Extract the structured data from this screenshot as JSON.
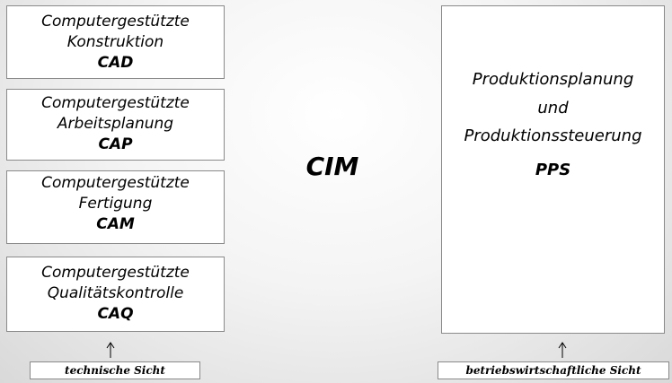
{
  "boxes": {
    "cad": {
      "line1": "Computergestützte",
      "line2": "Konstruktion",
      "abbr": "CAD"
    },
    "cap": {
      "line1": "Computergestützte",
      "line2": "Arbeitsplanung",
      "abbr": "CAP"
    },
    "cam": {
      "line1": "Computergestützte",
      "line2": "Fertigung",
      "abbr": "CAM"
    },
    "caq": {
      "line1": "Computergestützte",
      "line2": "Qualitätskontrolle",
      "abbr": "CAQ"
    }
  },
  "center": {
    "label": "CIM"
  },
  "pps": {
    "line1": "Produktionsplanung",
    "line2": "und",
    "line3": "Produktionssteuerung",
    "abbr": "PPS"
  },
  "views": {
    "technical": "technische Sicht",
    "economic": "betriebswirtschaftliche Sicht"
  },
  "colors": {
    "box_border": "#8a8a8a",
    "box_fill": "#ffffff",
    "text": "#000000"
  },
  "icons": {
    "arrow": "arrow-up-icon"
  }
}
